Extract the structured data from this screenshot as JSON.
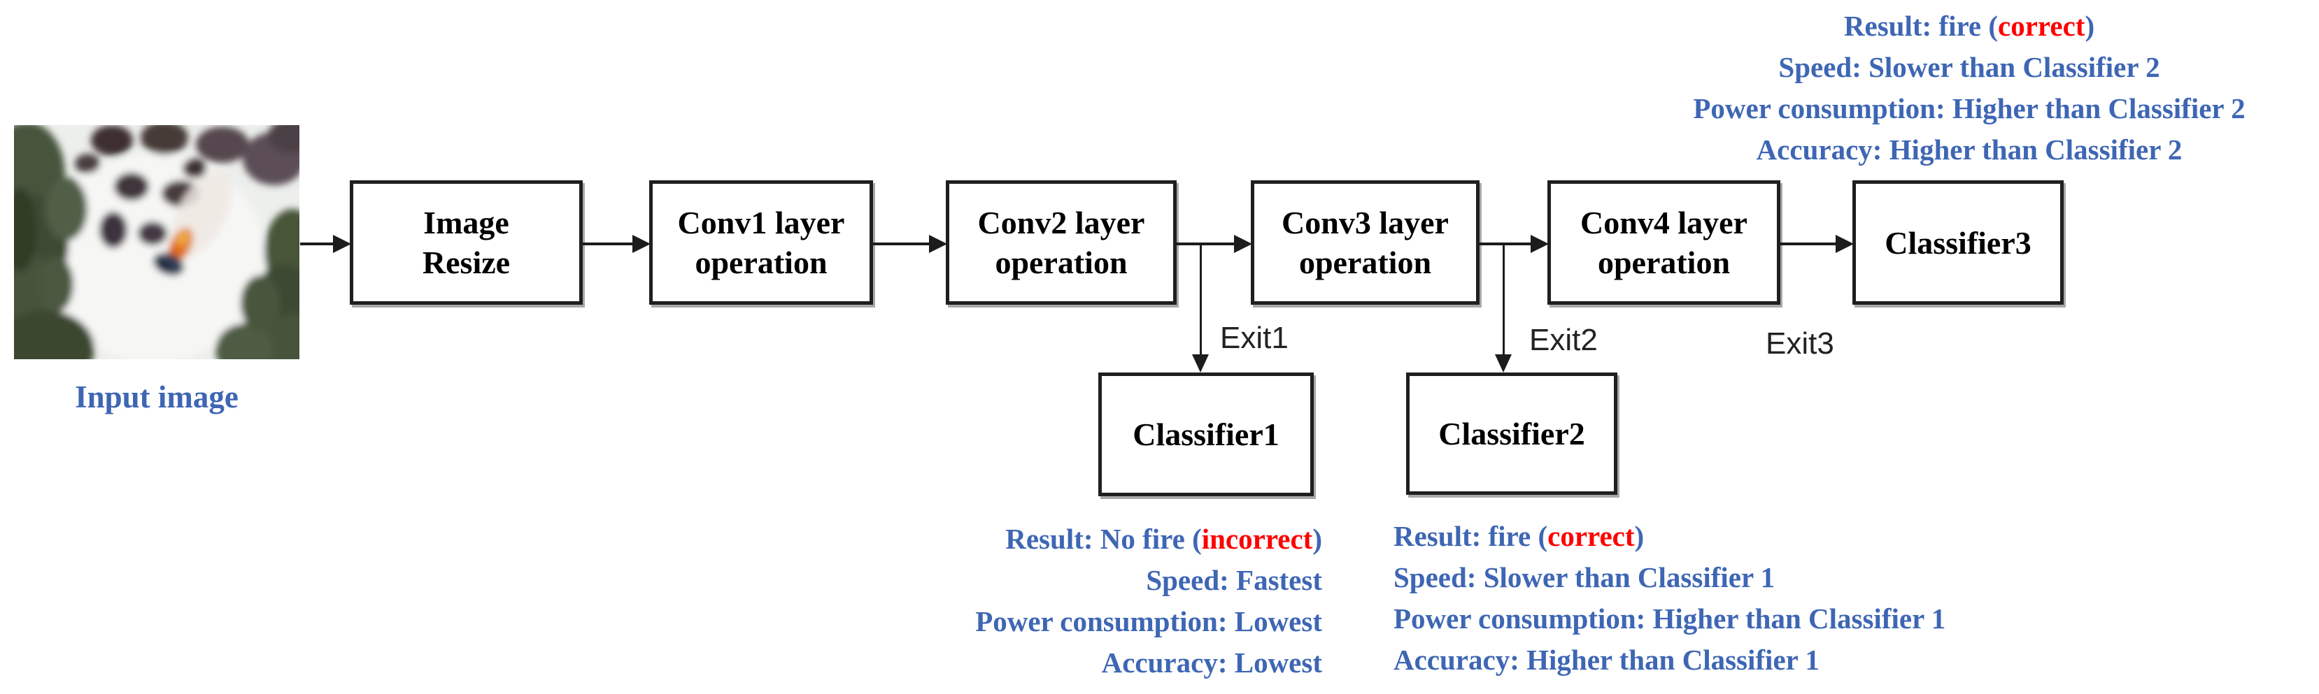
{
  "figure": {
    "background": "#ffffff",
    "input_image_caption": "Input image"
  },
  "colors": {
    "annotation_blue": "#3e66b4",
    "highlight_red": "#fe0000",
    "box_border_black": "#1f1f1f",
    "arrow_black": "#1c1c1c"
  },
  "pipeline": {
    "boxes": [
      {
        "id": "image_resize",
        "label": "Image\nResize"
      },
      {
        "id": "conv1",
        "label": "Conv1 layer\noperation"
      },
      {
        "id": "conv2",
        "label": "Conv2 layer\noperation"
      },
      {
        "id": "conv3",
        "label": "Conv3 layer\noperation"
      },
      {
        "id": "conv4",
        "label": "Conv4 layer\noperation"
      },
      {
        "id": "classifier3",
        "label": "Classifier3"
      },
      {
        "id": "classifier1",
        "label": "Classifier1"
      },
      {
        "id": "classifier2",
        "label": "Classifier2"
      }
    ]
  },
  "exits": {
    "exit1": "Exit1",
    "exit2": "Exit2",
    "exit3": "Exit3"
  },
  "annotations": {
    "classifier3_top": {
      "lines": [
        {
          "prefix": "Result: fire (",
          "highlight": "correct",
          "suffix": ")"
        },
        {
          "prefix": "Speed: Slower than Classifier 2",
          "highlight": "",
          "suffix": ""
        },
        {
          "prefix": "Power consumption: Higher than Classifier 2",
          "highlight": "",
          "suffix": ""
        },
        {
          "prefix": "Accuracy: Higher than Classifier 2",
          "highlight": "",
          "suffix": ""
        }
      ]
    },
    "classifier1_bottom": {
      "lines": [
        {
          "prefix": "Result: No fire (",
          "highlight": "incorrect",
          "suffix": ")"
        },
        {
          "prefix": "Speed: Fastest",
          "highlight": "",
          "suffix": ""
        },
        {
          "prefix": "Power consumption: Lowest",
          "highlight": "",
          "suffix": ""
        },
        {
          "prefix": "Accuracy: Lowest",
          "highlight": "",
          "suffix": ""
        }
      ]
    },
    "classifier2_bottom": {
      "lines": [
        {
          "prefix": "Result: fire (",
          "highlight": "correct",
          "suffix": ")"
        },
        {
          "prefix": "Speed: Slower than Classifier 1",
          "highlight": "",
          "suffix": ""
        },
        {
          "prefix": "Power consumption: Higher than Classifier 1",
          "highlight": "",
          "suffix": ""
        },
        {
          "prefix": "Accuracy: Higher than Classifier 1",
          "highlight": "",
          "suffix": ""
        }
      ]
    }
  }
}
